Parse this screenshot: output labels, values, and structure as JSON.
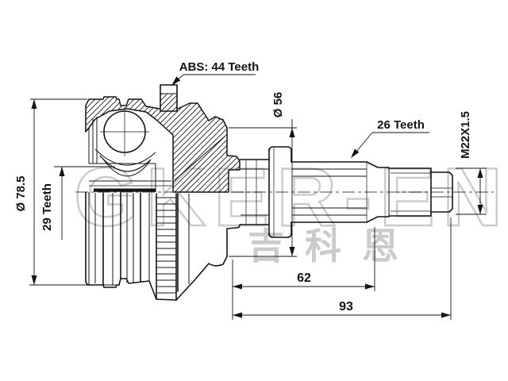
{
  "drawing": {
    "labels": {
      "abs": "ABS: 44 Teeth",
      "outer_spline": "26 Teeth",
      "inner_spline": "29 Teeth",
      "thread": "M22X1.5",
      "body_dia": "Ø 78.5",
      "boot_dia": "Ø 56",
      "spline_len": "62",
      "shaft_len": "93"
    },
    "watermark": {
      "latin": "GKER-EN",
      "cjk": "吉科恩"
    },
    "colors": {
      "line": "#141414",
      "watermark": "#cbcbcb",
      "background": "#ffffff"
    }
  }
}
